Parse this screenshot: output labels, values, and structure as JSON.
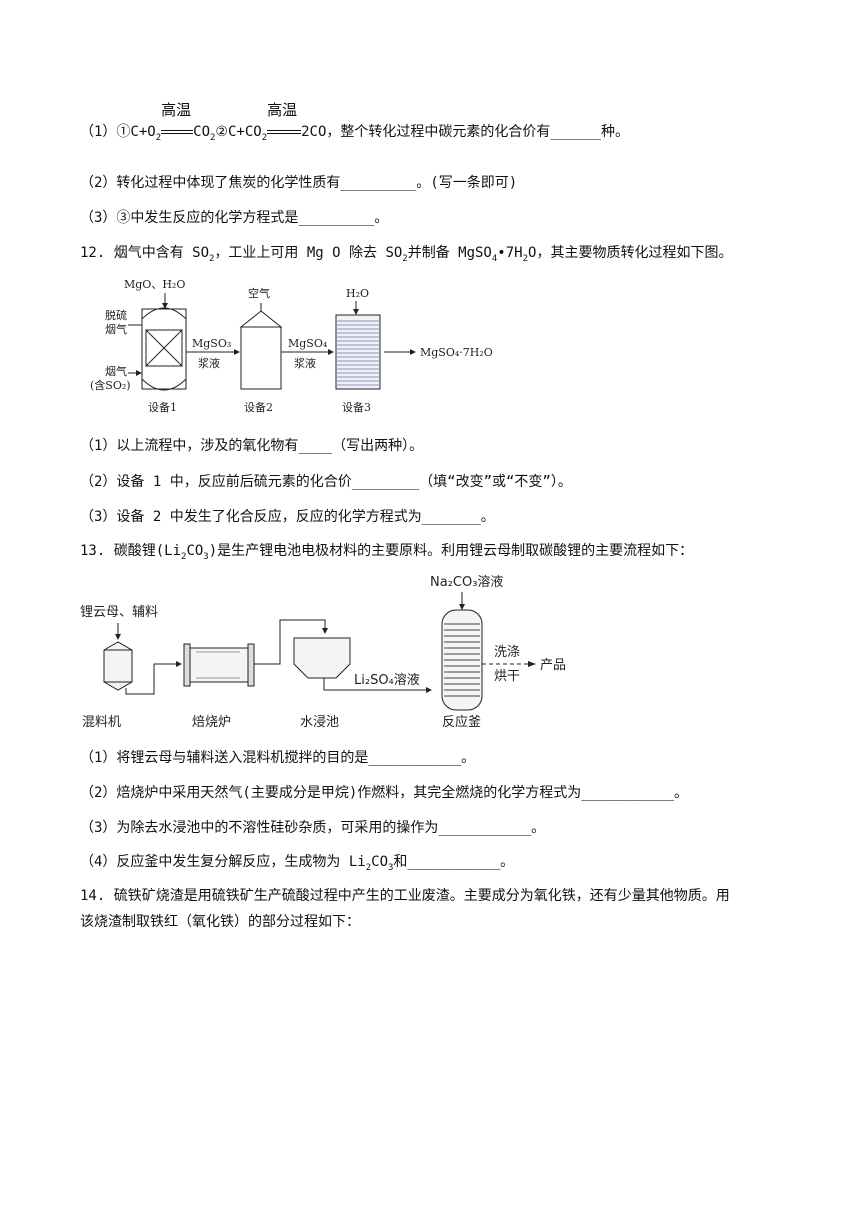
{
  "q11": {
    "p1_pre": "（1）①C+O",
    "p1_mid1": "CO",
    "p1_mid2": "②C+CO",
    "p1_cond1": "高温",
    "p1_cond2": "高温",
    "p1_post": "2CO，整个转化过程中碳元素的化合价有______种。",
    "p2": "（2）转化过程中体现了焦炭的化学性质有_________。(写一条即可)",
    "p3": "（3）③中发生反应的化学方程式是_________。"
  },
  "q12": {
    "stem_a": "12. 烟气中含有 SO",
    "stem_b": "，工业上可用 Mg O 除去 SO",
    "stem_c": "并制备 MgSO",
    "stem_d": "•7H",
    "stem_e": "O，其主要物质转化过程如下图。",
    "fig": {
      "in_top": "MgO、H₂O",
      "out_gas1": "脱硫",
      "out_gas2": "烟气",
      "in_gas1": "烟气",
      "in_gas2": "(含SO₂)",
      "slurry1_a": "MgSO₃",
      "slurry1_b": "浆液",
      "air": "空气",
      "slurry2_a": "MgSO₄",
      "slurry2_b": "浆液",
      "water": "H₂O",
      "product": "MgSO₄·7H₂O",
      "dev1": "设备1",
      "dev2": "设备2",
      "dev3": "设备3"
    },
    "p1": "（1）以上流程中，涉及的氧化物有____（写出两种）。",
    "p2": "（2）设备 1 中，反应前后硫元素的化合价________（填“改变”或“不变”）。",
    "p3": "（3）设备 2 中发生了化合反应，反应的化学方程式为_______。"
  },
  "q13": {
    "stem_a": "13. 碳酸锂(Li",
    "stem_b": "CO",
    "stem_c": ")是生产锂电池电极材料的主要原料。利用锂云母制取碳酸锂的主要流程如下：",
    "fig": {
      "feed": "锂云母、辅料",
      "reagent": "Na₂CO₃溶液",
      "solution": "Li₂SO₄溶液",
      "wash": "洗涤",
      "dry": "烘干",
      "product": "产品",
      "mixer": "混料机",
      "furnace": "焙烧炉",
      "pool": "水浸池",
      "kettle": "反应釜"
    },
    "p1": "（1）将锂云母与辅料送入混料机搅拌的目的是___________。",
    "p2": "（2）焙烧炉中采用天然气(主要成分是甲烷)作燃料，其完全燃烧的化学方程式为___________。",
    "p3": "（3）为除去水浸池中的不溶性硅砂杂质，可采用的操作为___________。",
    "p4_a": "（4）反应釜中发生复分解反应，生成物为 Li",
    "p4_b": "CO",
    "p4_c": "和___________。"
  },
  "q14": {
    "line1": "14. 硫铁矿烧渣是用硫铁矿生产硫酸过程中产生的工业废渣。主要成分为氧化铁，还有少量其他物质。用",
    "line2": "该烧渣制取铁红（氧化铁）的部分过程如下："
  },
  "sub2": "2",
  "sub3": "3",
  "sub4": "4"
}
